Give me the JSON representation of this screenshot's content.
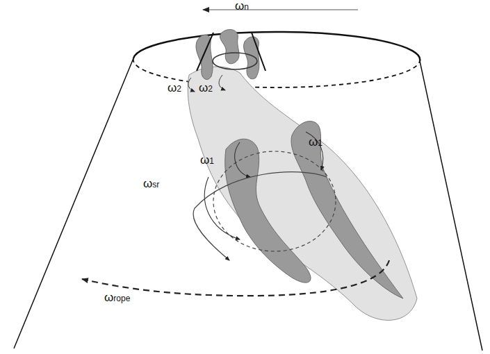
{
  "diagram": {
    "labels": [
      "ωn",
      "ω2",
      "ω2",
      "ω1",
      "ω1",
      "ωsr",
      "ωrope"
    ]
  }
}
